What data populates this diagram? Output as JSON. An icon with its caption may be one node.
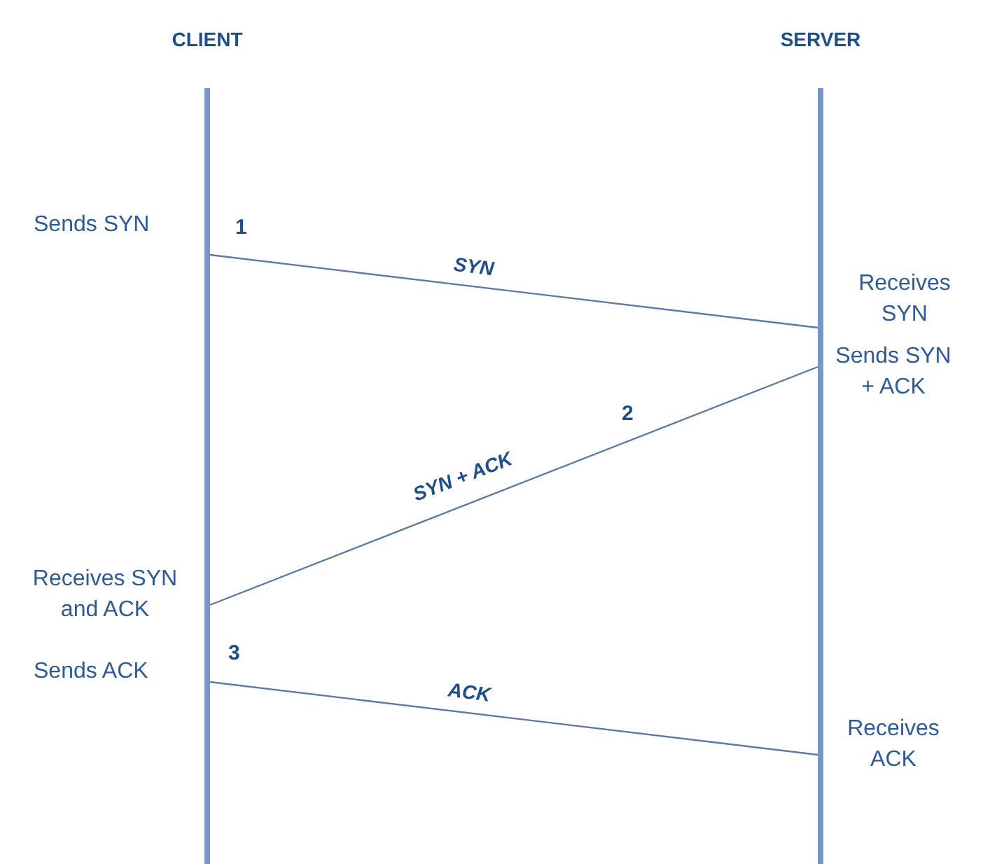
{
  "diagram": {
    "nodes": [
      {
        "text": [
          "CLIENT"
        ]
      },
      {
        "text": [
          "SERVER"
        ]
      }
    ],
    "edges": [
      {
        "from": 0,
        "to": 1,
        "arrow": "none",
        "label": "SYN"
      },
      {
        "from": 1,
        "to": 0,
        "arrow": "none",
        "label": "SYN + ACK"
      },
      {
        "from": 0,
        "to": 1,
        "arrow": "none",
        "label": "ACK"
      }
    ],
    "labels": [
      "Sends SYN",
      "1",
      "Receives SYN",
      "Sends SYN + ACK",
      "2",
      "Receives SYN and ACK",
      "Sends ACK",
      "3",
      "Receives ACK"
    ]
  }
}
